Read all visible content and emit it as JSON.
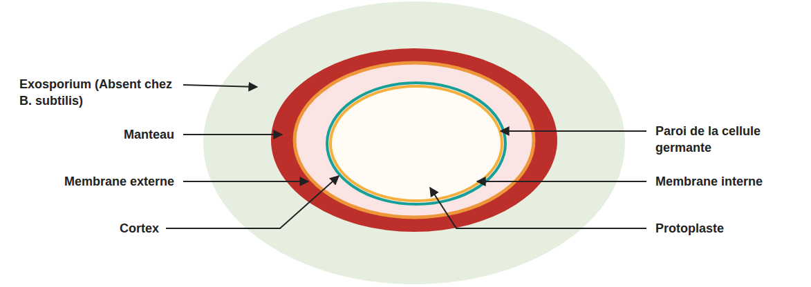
{
  "diagram": {
    "labels": [
      "Exosporium (Absent chez B. subtilis)",
      "Manteau",
      "Membrane externe",
      "Cortex",
      "Paroi de la cellule germante",
      "Membrane interne",
      "Protoplaste"
    ]
  }
}
